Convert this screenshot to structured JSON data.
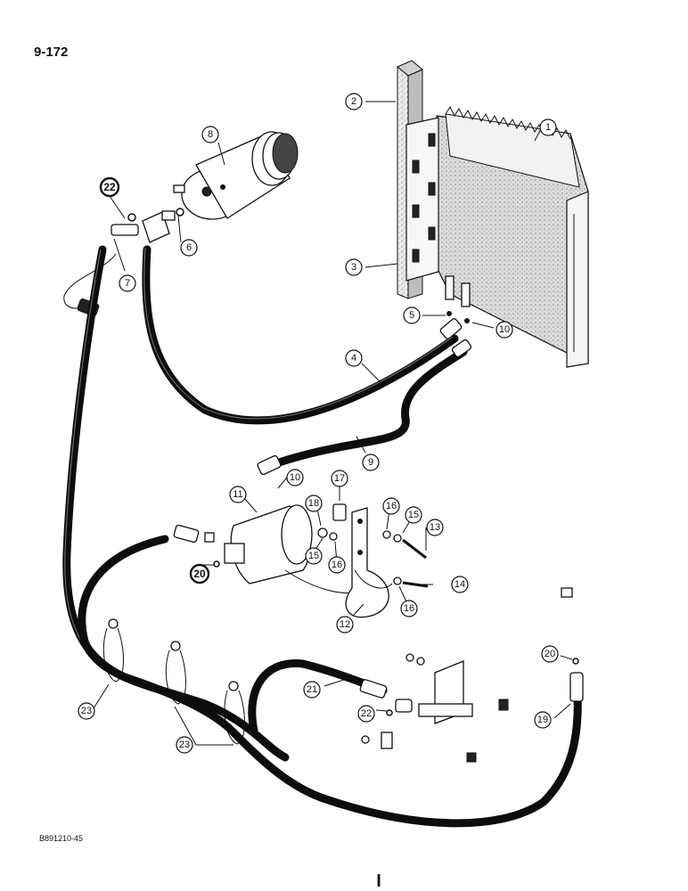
{
  "header": {
    "page_number": "9-172"
  },
  "footer": {
    "figure_code": "B891210-45",
    "page_mark": "I"
  },
  "diagram": {
    "callouts": [
      "1",
      "2",
      "3",
      "4",
      "5",
      "6",
      "7",
      "8",
      "9",
      "10",
      "10",
      "11",
      "12",
      "13",
      "14",
      "15",
      "15",
      "16",
      "16",
      "16",
      "17",
      "18",
      "19",
      "20",
      "20",
      "21",
      "22",
      "22",
      "23",
      "23"
    ]
  }
}
